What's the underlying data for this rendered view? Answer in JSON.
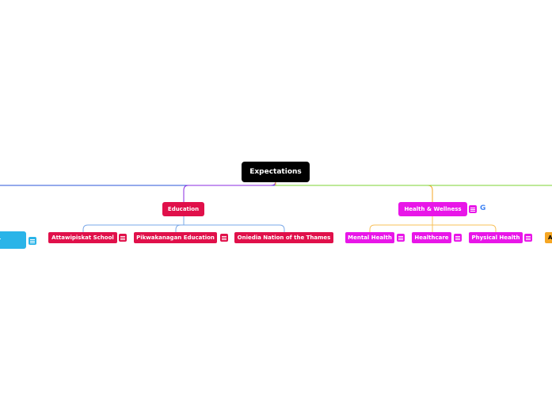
{
  "root": {
    "label": "Expectations"
  },
  "branches": {
    "education": {
      "label": "Education",
      "color": "#e0104a",
      "children": [
        {
          "label": "Attawipiskat School"
        },
        {
          "label": "Pikwakanagan Education"
        },
        {
          "label": "Oniedia Nation of the Thames"
        }
      ]
    },
    "health": {
      "label": "Health & Wellness",
      "color": "#e816e8",
      "children": [
        {
          "label": "Mental Health"
        },
        {
          "label": "Healthcare"
        },
        {
          "label": "Physical Health"
        }
      ]
    },
    "left_cut": {
      "label": "r",
      "color": "#2ab4e8"
    },
    "right_cut": {
      "label": "A",
      "color": "#f5a623"
    }
  },
  "colors": {
    "left_line": "#2b54d9",
    "education_line": "#8a2be2",
    "health_line": "#7cd332",
    "education_child_line": "#7aa8e8",
    "health_child_line": "#f7c05a",
    "health_trunk": "#f5a623"
  },
  "icons": {
    "note": "note-icon",
    "google": "google-icon"
  }
}
